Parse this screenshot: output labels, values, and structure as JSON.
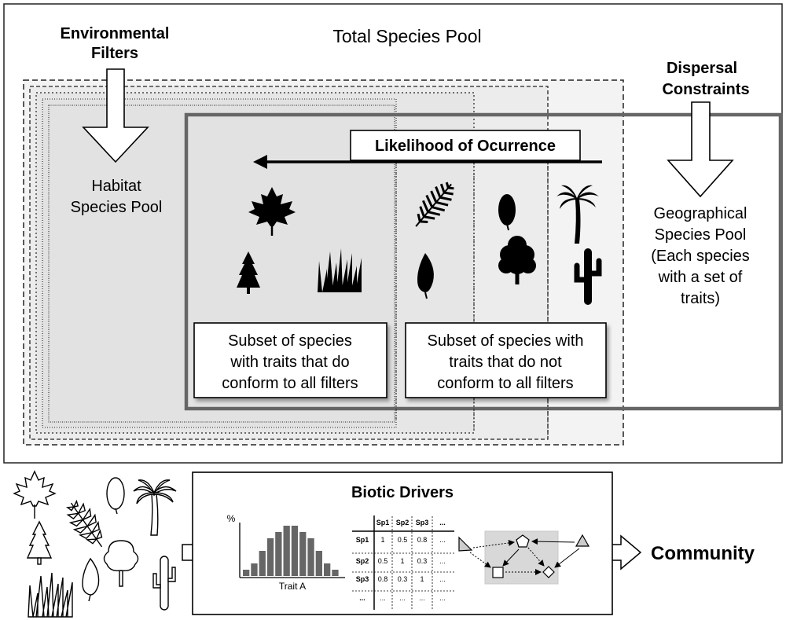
{
  "top": {
    "title": "Total Species Pool",
    "env_filters": [
      "Environmental",
      "Filters"
    ],
    "dispersal": [
      "Dispersal",
      "Constraints"
    ],
    "habitat": [
      "Habitat",
      "Species Pool"
    ],
    "geographical": [
      "Geographical",
      "Species Pool",
      "(Each species",
      "with a set of",
      "traits)"
    ],
    "likelihood": "Likelihood of Ocurrence",
    "subset_conform": [
      "Subset of species",
      "with traits that do",
      "conform to all filters"
    ],
    "subset_nonconform": [
      "Subset of species with",
      "traits that do not",
      "conform to all filters"
    ]
  },
  "bottom": {
    "biotic_title": "Biotic Drivers",
    "community": "Community",
    "histogram": {
      "y_label": "%",
      "x_label": "Trait A",
      "values": [
        1,
        2,
        4,
        6,
        7,
        8,
        8,
        7,
        6,
        4,
        2,
        1
      ]
    },
    "matrix": {
      "columns": [
        "Sp1",
        "Sp2",
        "Sp3",
        "..."
      ],
      "rows": [
        {
          "name": "Sp1",
          "cells": [
            "1",
            "0.5",
            "0.8",
            "..."
          ]
        },
        {
          "name": "Sp2",
          "cells": [
            "0.5",
            "1",
            "0.3",
            "..."
          ]
        },
        {
          "name": "Sp3",
          "cells": [
            "0.8",
            "0.3",
            "1",
            "..."
          ]
        },
        {
          "name": "...",
          "cells": [
            "...",
            "...",
            "...",
            "..."
          ]
        }
      ]
    }
  },
  "colors": {
    "panel_fill": "#e6e6e6",
    "panel_fill_light": "#f1f1f1",
    "network_box": "#d8d8d8",
    "icon": "#000000"
  }
}
